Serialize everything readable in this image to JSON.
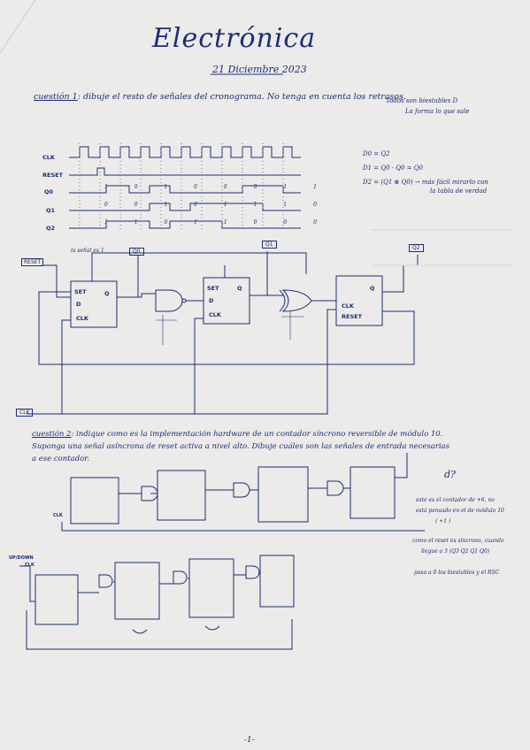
{
  "header": {
    "title": "Electrónica",
    "date": "21 Diciembre 2023"
  },
  "q1": {
    "tag": "cuestión 1",
    "text": "dibuje el resto de señales del cronograma. No tenga en cuenta los retrasos.",
    "side_note_1": "Todos son biestables D",
    "side_note_2": "La forma lo que sale",
    "signals": [
      "CLK",
      "RESET",
      "Q0",
      "Q1",
      "Q2"
    ],
    "q0_values": "1 0 1 0 0 0 1 1",
    "q1_values": "0 0 1 0 1 1 1 0",
    "q2_values": "1 1 0 1 1 0 0 0",
    "eq1": "D0 = Q2",
    "eq2": "D1 = Q0 · Q0 = Q0",
    "eq3": "D2 = (Q1 ⊕ Q0)  → más fácil mirarlo con",
    "eq3b": "la tabla de verdad",
    "circuit_note": "la señal es 1",
    "labels": {
      "reset": "RESET",
      "clk": "CLK",
      "q0": "Q0",
      "q1": "Q1",
      "q2": "Q2",
      "set": "SET",
      "d": "D",
      "q": "Q"
    }
  },
  "q2": {
    "tag": "cuestión 2",
    "line1": "indique como es la implementación hardware de un contador síncrono reversible de módulo 10.",
    "line2": "Suponga una señal asíncrona de reset activa a nivel alto. Dibuje cuáles son las señales de entrada necesarias",
    "line3": "a ese contador.",
    "label_d": "d?",
    "note_1": "este es el contador de +6, no",
    "note_2": "está pensado en el de módulo 10",
    "note_3": "( +1 )",
    "note_4": "como el reset es síncrono, cuando",
    "note_5": "llegue a 3 (Q3 Q2 Q1 Q0)",
    "note_6": "pasa a 0 los biestables y el RSC",
    "ud": "UP/DOWN",
    "clk": "CLK"
  },
  "footer": {
    "page": "-1-"
  }
}
